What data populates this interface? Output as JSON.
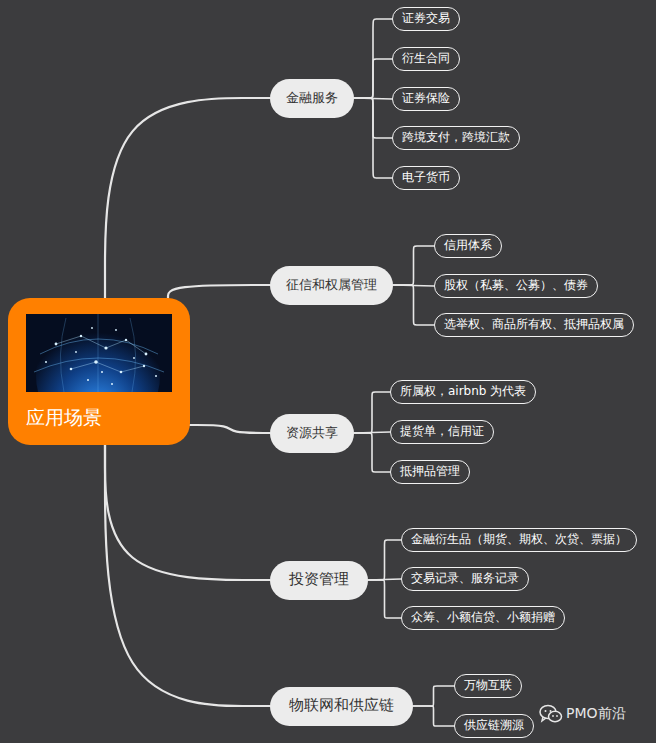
{
  "diagram": {
    "nodes": [
      {
        "text": [
          "应用场景"
        ]
      },
      {
        "text": [
          "金融服务"
        ]
      },
      {
        "text": [
          "证券交易"
        ]
      },
      {
        "text": [
          "衍生合同"
        ]
      },
      {
        "text": [
          "证券保险"
        ]
      },
      {
        "text": [
          "跨境支付，跨境汇款"
        ]
      },
      {
        "text": [
          "电子货币"
        ]
      },
      {
        "text": [
          "征信和权属管理"
        ]
      },
      {
        "text": [
          "信用体系"
        ]
      },
      {
        "text": [
          "股权（私募、公募）、债券"
        ]
      },
      {
        "text": [
          "选举权、商品所有权、抵押品权属"
        ]
      },
      {
        "text": [
          "资源共享"
        ]
      },
      {
        "text": [
          "所属权，airbnb 为代表"
        ]
      },
      {
        "text": [
          "提货单，信用证"
        ]
      },
      {
        "text": [
          "抵押品管理"
        ]
      },
      {
        "text": [
          "投资管理"
        ]
      },
      {
        "text": [
          "金融衍生品（期货、期权、次贷、票据）"
        ]
      },
      {
        "text": [
          "交易记录、服务记录"
        ]
      },
      {
        "text": [
          "众筹、小额信贷、小额捐赠"
        ]
      },
      {
        "text": [
          "物联网和供应链"
        ]
      },
      {
        "text": [
          "万物互联"
        ]
      },
      {
        "text": [
          "供应链溯源"
        ]
      }
    ],
    "edges": [
      {
        "from": 0,
        "to": 1,
        "arrow": "none"
      },
      {
        "from": 1,
        "to": 2,
        "arrow": "none"
      },
      {
        "from": 1,
        "to": 3,
        "arrow": "none"
      },
      {
        "from": 1,
        "to": 4,
        "arrow": "none"
      },
      {
        "from": 1,
        "to": 5,
        "arrow": "none"
      },
      {
        "from": 1,
        "to": 6,
        "arrow": "none"
      },
      {
        "from": 0,
        "to": 7,
        "arrow": "none"
      },
      {
        "from": 7,
        "to": 8,
        "arrow": "none"
      },
      {
        "from": 7,
        "to": 9,
        "arrow": "none"
      },
      {
        "from": 7,
        "to": 10,
        "arrow": "none"
      },
      {
        "from": 0,
        "to": 11,
        "arrow": "none"
      },
      {
        "from": 11,
        "to": 12,
        "arrow": "none"
      },
      {
        "from": 11,
        "to": 13,
        "arrow": "none"
      },
      {
        "from": 11,
        "to": 14,
        "arrow": "none"
      },
      {
        "from": 0,
        "to": 15,
        "arrow": "none"
      },
      {
        "from": 15,
        "to": 16,
        "arrow": "none"
      },
      {
        "from": 15,
        "to": 17,
        "arrow": "none"
      },
      {
        "from": 15,
        "to": 18,
        "arrow": "none"
      },
      {
        "from": 0,
        "to": 19,
        "arrow": "none"
      },
      {
        "from": 19,
        "to": 20,
        "arrow": "none"
      },
      {
        "from": 19,
        "to": 21,
        "arrow": "none"
      }
    ],
    "labels": [
      "PMO前沿"
    ]
  }
}
